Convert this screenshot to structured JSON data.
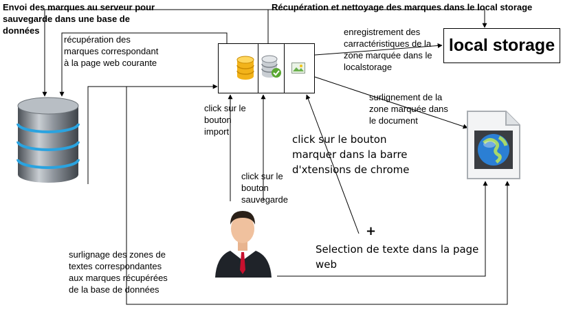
{
  "labels": {
    "send_server": "Envoi des marques au serveur pour\nsauvegarde dans une base de\ndonnées",
    "retrieval_cleanup": "Récupération et nettoyage des marques dans le local storage",
    "retrieval_current_page": "récupération des\nmarques correspondant\nà la page web courante",
    "save_characteristics": "enregistrement des\ncarractéristiques de la\nzone marquée dans le\nlocalstorage",
    "highlight_document": "surlignement de la\nzone marquée dans\nle document",
    "click_import": "click sur le\nbouton\nimport",
    "click_mark_extension": "click sur le bouton\nmarquer dans la barre\nd'xtensions de chrome",
    "click_save": "click sur le\nbouton\nsauvegarde",
    "text_selection": "Selection de texte dans la page\nweb",
    "highlight_db_zones": "surlignage des zones de\ntextes correspondantes\naux marques récupérées\nde la base de données"
  },
  "nodes": {
    "local_storage": "local storage",
    "plus_sign": "+"
  },
  "icons": {
    "database": "database-icon",
    "toolbar_db": "database-icon",
    "toolbar_db_check": "database-check-icon",
    "toolbar_mark": "picture-icon",
    "document": "globe-document-icon",
    "user": "businessman-icon"
  },
  "colors": {
    "line": "#000000",
    "db_gold": "#f2b31a",
    "db_gray": "#9aa0a6",
    "db_blue": "#2aa3e0",
    "globe": "#2b7fd4",
    "tie": "#c8102e",
    "suit": "#1f2329"
  }
}
